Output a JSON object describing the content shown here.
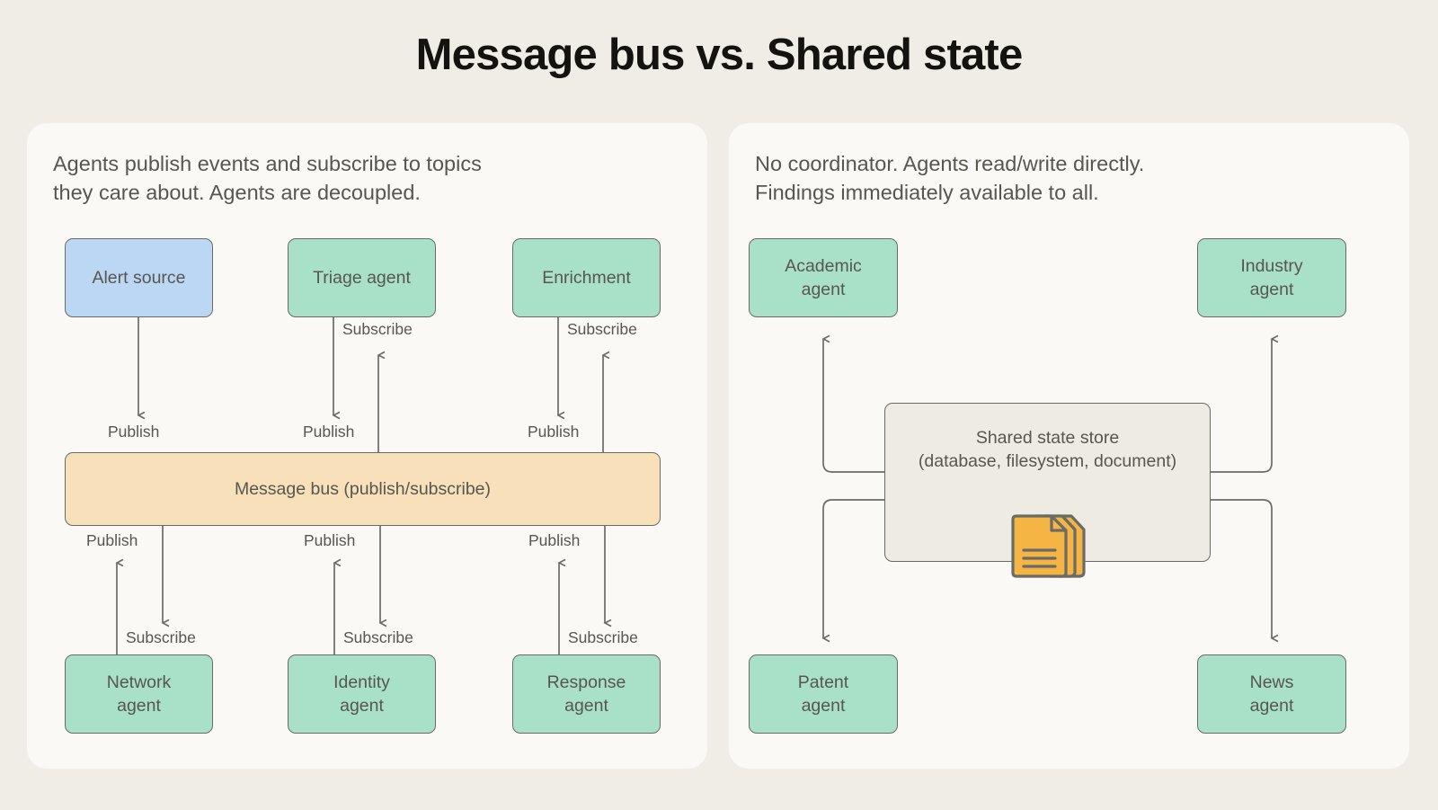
{
  "title": "Message bus vs. Shared state",
  "colors": {
    "page_background": "#f0ede6",
    "card_background": "#faf9f5",
    "agent_green": "#a9e0c8",
    "source_blue": "#bcd7f4",
    "bus_orange": "#f8e0bb",
    "store_grey": "#eeebe3",
    "icon_orange": "#f5b544",
    "stroke": "#6b6b66",
    "text": "#57564f",
    "title_text": "#14130f"
  },
  "left_panel": {
    "description": "Agents publish events and subscribe to topics\nthey care about. Agents are decoupled.",
    "top_nodes": [
      {
        "label": "Alert source",
        "color": "blue"
      },
      {
        "label": "Triage agent",
        "color": "green"
      },
      {
        "label": "Enrichment",
        "color": "green"
      }
    ],
    "bus": {
      "label": "Message bus (publish/subscribe)"
    },
    "bottom_nodes": [
      {
        "label": "Network\nagent",
        "color": "green"
      },
      {
        "label": "Identity\nagent",
        "color": "green"
      },
      {
        "label": "Response\nagent",
        "color": "green"
      }
    ],
    "edge_labels": {
      "publish": "Publish",
      "subscribe": "Subscribe"
    },
    "top_edges": [
      {
        "from": "Alert source",
        "to": "Message bus",
        "label": "Publish",
        "direction": "down"
      },
      {
        "from": "Triage agent",
        "to": "Message bus",
        "label": "Publish",
        "direction": "down"
      },
      {
        "from": "Message bus",
        "to": "Triage agent",
        "label": "Subscribe",
        "direction": "up"
      },
      {
        "from": "Enrichment",
        "to": "Message bus",
        "label": "Publish",
        "direction": "down"
      },
      {
        "from": "Message bus",
        "to": "Enrichment",
        "label": "Subscribe",
        "direction": "up"
      }
    ],
    "bottom_edges": [
      {
        "from": "Network agent",
        "to": "Message bus",
        "label": "Publish",
        "direction": "up"
      },
      {
        "from": "Message bus",
        "to": "Network agent",
        "label": "Subscribe",
        "direction": "down"
      },
      {
        "from": "Identity agent",
        "to": "Message bus",
        "label": "Publish",
        "direction": "up"
      },
      {
        "from": "Message bus",
        "to": "Identity agent",
        "label": "Subscribe",
        "direction": "down"
      },
      {
        "from": "Response agent",
        "to": "Message bus",
        "label": "Publish",
        "direction": "up"
      },
      {
        "from": "Message bus",
        "to": "Response agent",
        "label": "Subscribe",
        "direction": "down"
      }
    ]
  },
  "right_panel": {
    "description": "No coordinator. Agents read/write directly.\nFindings immediately available to all.",
    "top_nodes": [
      {
        "label": "Academic\nagent",
        "color": "green"
      },
      {
        "label": "Industry\nagent",
        "color": "green"
      }
    ],
    "store": {
      "label": "Shared state store\n(database, filesystem, document)",
      "icon": "stacked-documents-icon"
    },
    "bottom_nodes": [
      {
        "label": "Patent\nagent",
        "color": "green"
      },
      {
        "label": "News\nagent",
        "color": "green"
      }
    ],
    "edges": [
      {
        "from": "Shared state store",
        "to": "Academic agent",
        "direction": "up"
      },
      {
        "from": "Shared state store",
        "to": "Industry agent",
        "direction": "up"
      },
      {
        "from": "Shared state store",
        "to": "Patent agent",
        "direction": "down"
      },
      {
        "from": "Shared state store",
        "to": "News agent",
        "direction": "down"
      }
    ]
  }
}
